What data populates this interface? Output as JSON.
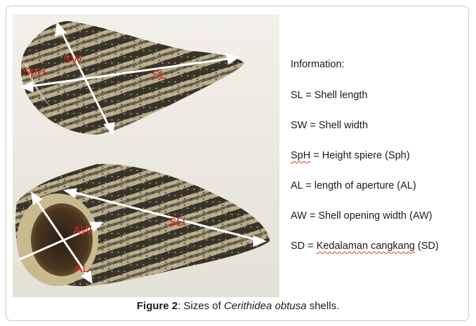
{
  "labels": {
    "sph": "SpH",
    "sw": "SW",
    "sl": "SL",
    "aw": "AW",
    "sd": "SD",
    "al": "AL"
  },
  "info": {
    "title": "Information:",
    "items": [
      {
        "term": "SL",
        "sep": " = ",
        "desc": "Shell length"
      },
      {
        "term": "SW",
        "sep": " = ",
        "desc": "Shell width"
      },
      {
        "term": "SpH",
        "sep": " = ",
        "desc": "Height spiere (Sph)"
      },
      {
        "term": "AL",
        "sep": " = ",
        "desc": "length of aperture (AL)"
      },
      {
        "term": "AW",
        "sep": " = ",
        "desc": "Shell opening width (AW)"
      },
      {
        "term": "SD",
        "sep": " = ",
        "desc_underlined": "Kedalaman cangkang",
        "desc_rest": " (SD)"
      }
    ]
  },
  "caption": {
    "label": "Figure 2",
    "text_before": ": Sizes of ",
    "species": "Cerithidea obtusa",
    "text_after": " shells."
  },
  "colors": {
    "label_red": "#d8241f",
    "arrow_white": "#ffffff",
    "shell_dark": "#2e2a22",
    "shell_light": "#b9ad8c"
  }
}
